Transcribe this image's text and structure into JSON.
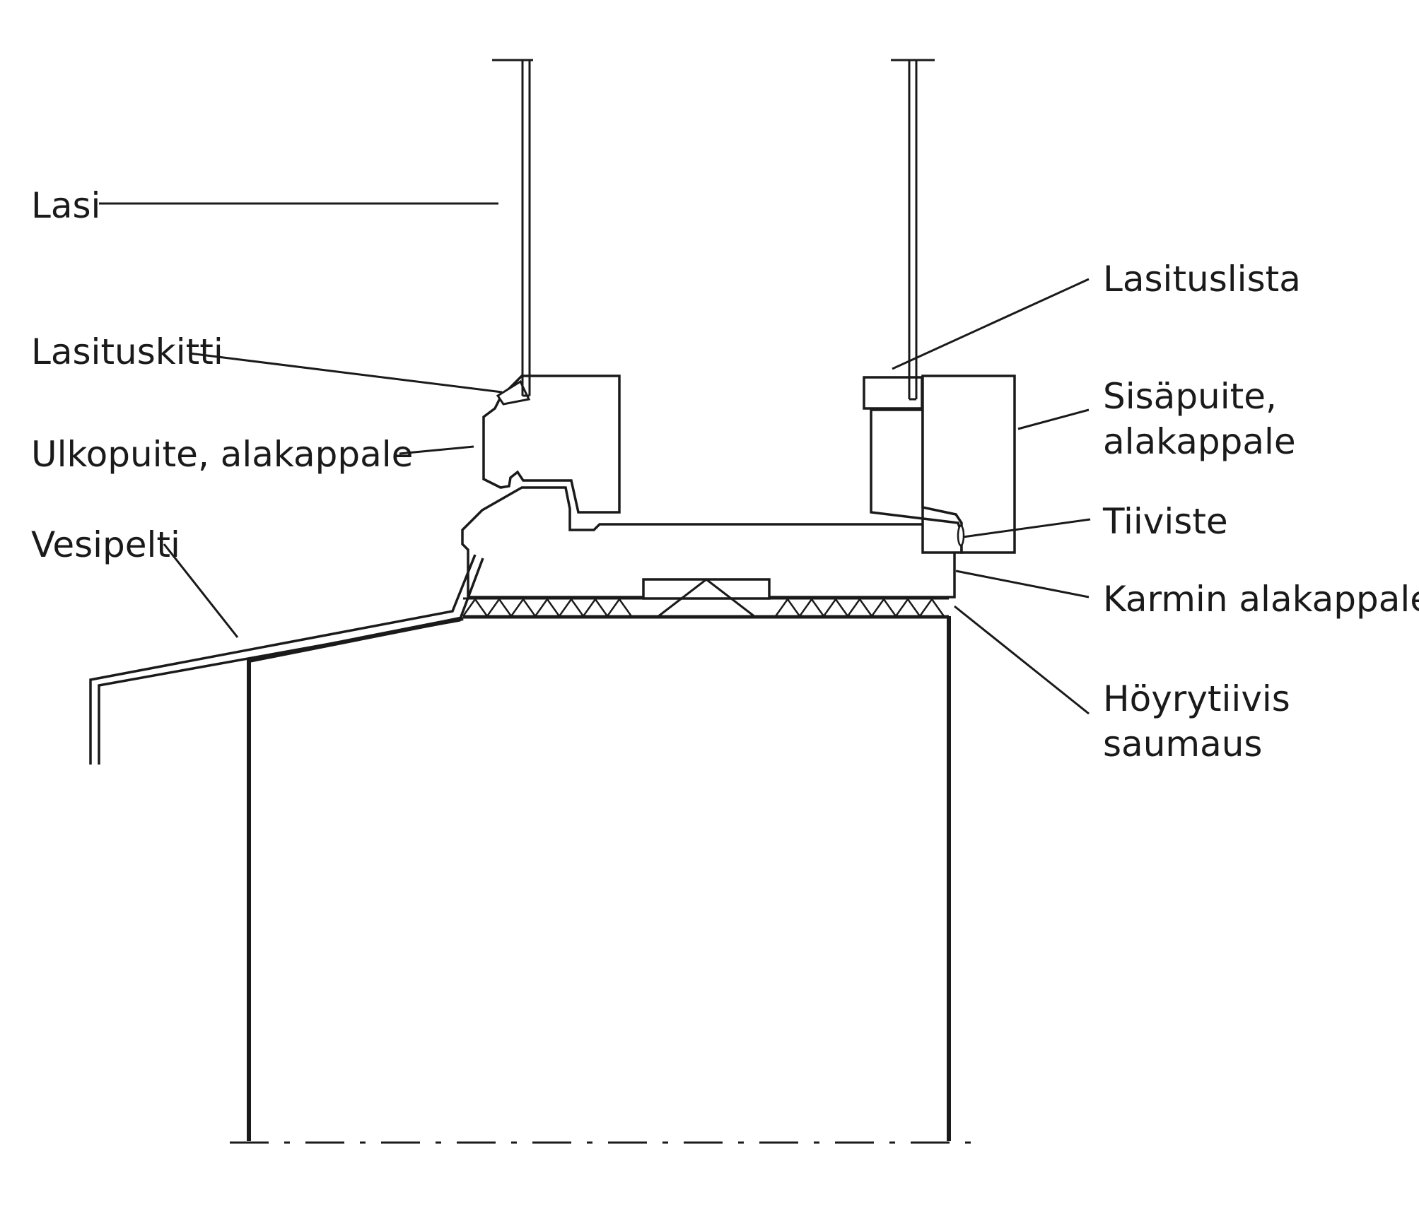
{
  "diagram": {
    "kind": "window-sill-cross-section",
    "ink_color": "#1a1a1a",
    "background": "#ffffff",
    "labels": {
      "lasi": "Lasi",
      "lasituskitti": "Lasituskitti",
      "ulkopuite": "Ulkopuite, alakappale",
      "vesipelti": "Vesipelti",
      "lasituslista": "Lasituslista",
      "sisapuite_line1": "Sisäpuite,",
      "sisapuite_line2": "alakappale",
      "tiiviste": "Tiiviste",
      "karmin": "Karmin alakappale",
      "hoyry_line1": "Höyrytiivis",
      "hoyry_line2": "saumaus"
    }
  }
}
